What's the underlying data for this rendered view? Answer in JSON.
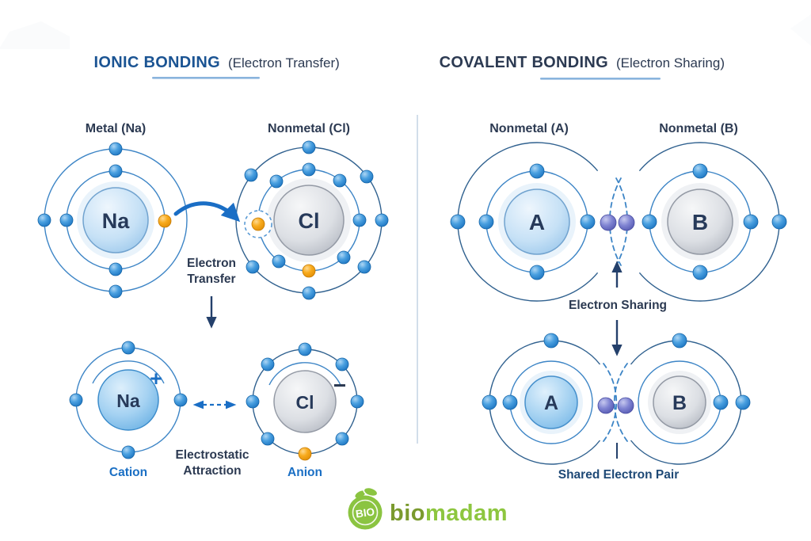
{
  "colors": {
    "title_blue": "#1b5493",
    "text_navy": "#2c3a52",
    "label_blue": "#1a6fc4",
    "underline_blue": "#8ab4dd",
    "shell_blue": "#3d85c6",
    "shell_navy": "#30618f",
    "arrow_blue": "#1a6ec5",
    "arrow_navy": "#24406b",
    "divider": "#bfcfe0",
    "electron_blue": "#2e86d1",
    "electron_orange": "#f5a31c",
    "electron_purple": "#7478cd",
    "shared_pair_navy": "#1e4976",
    "brand_green_dark": "#7a9a2e",
    "brand_green": "#8dc63f"
  },
  "left_panel": {
    "title": "IONIC BONDING",
    "subtitle": "(Electron Transfer)",
    "metal_label": "Metal (Na)",
    "metal_symbol": "Na",
    "nonmetal_label": "Nonmetal (Cl)",
    "nonmetal_symbol": "Cl",
    "transfer_line1": "Electron",
    "transfer_line2": "Transfer",
    "cation_symbol": "Na",
    "cation_charge": "+",
    "cation_label": "Cation",
    "anion_symbol": "Cl",
    "anion_charge": "−",
    "anion_label": "Anion",
    "attraction_line1": "Electrostatic",
    "attraction_line2": "Attraction"
  },
  "right_panel": {
    "title": "COVALENT BONDING",
    "subtitle": "(Electron Sharing)",
    "atom_a_label": "Nonmetal (A)",
    "atom_a_symbol": "A",
    "atom_b_label": "Nonmetal (B)",
    "atom_b_symbol": "B",
    "sharing_label": "Electron Sharing",
    "shared_pair_label": "Shared Electron Pair"
  },
  "branding": {
    "badge_text": "BIO",
    "brand_part1": "bio",
    "brand_part2": "madam"
  }
}
